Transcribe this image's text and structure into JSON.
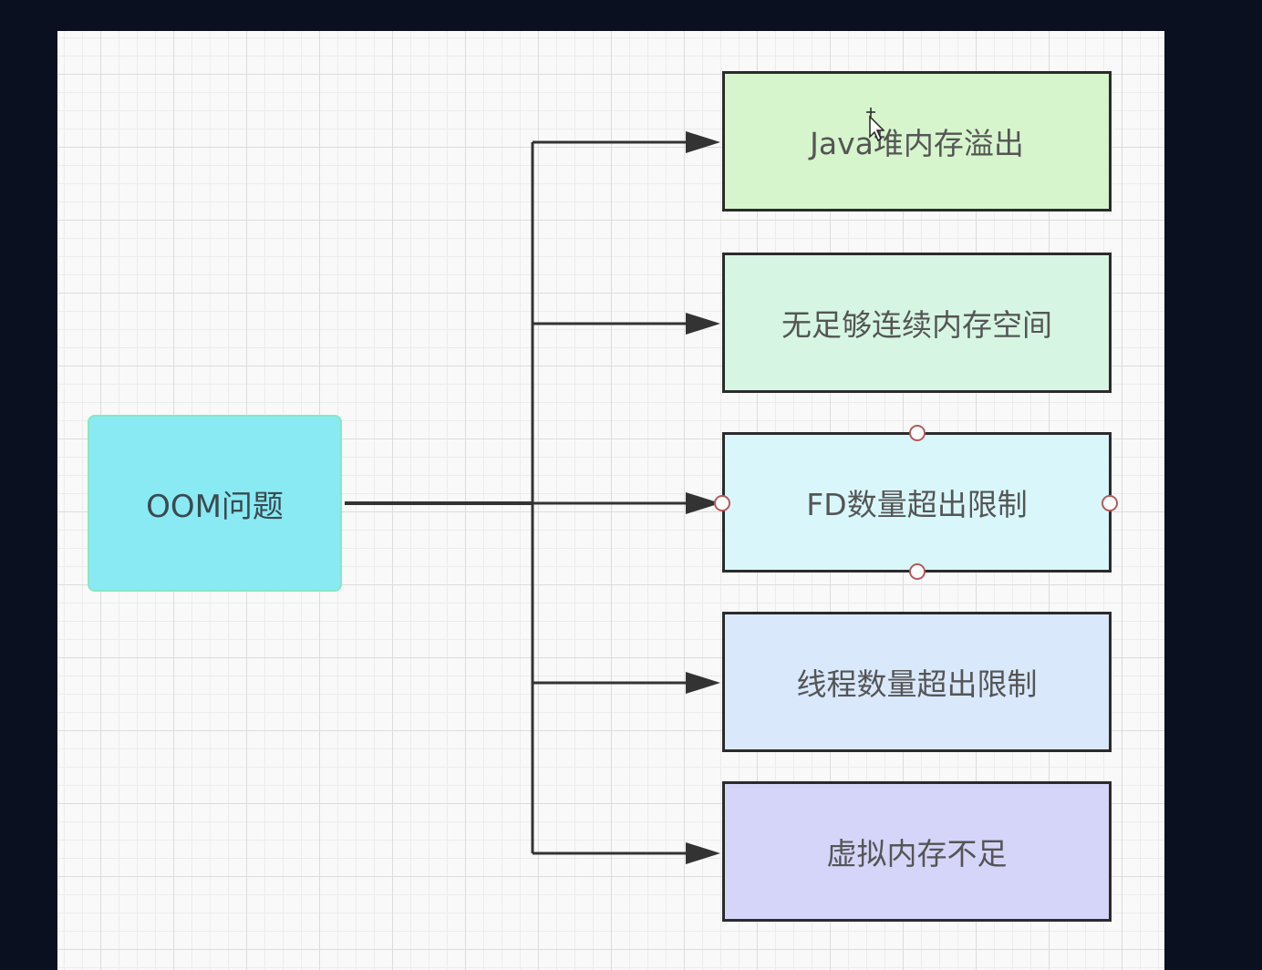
{
  "diagram": {
    "source": {
      "label": "OOM问题"
    },
    "targets": [
      {
        "label": "Java堆内存溢出",
        "fill": "#d6f5cc"
      },
      {
        "label": "无足够连续内存空间",
        "fill": "#d6f6e3"
      },
      {
        "label": "FD数量超出限制",
        "fill": "#d9f7fb"
      },
      {
        "label": "线程数量超出限制",
        "fill": "#d9e8fb"
      },
      {
        "label": "虚拟内存不足",
        "fill": "#d4d5f8"
      }
    ],
    "selected_target": "FD数量超出限制"
  },
  "colors": {
    "source_fill": "#8aeaf3",
    "source_border": "#86e8c4",
    "edge": "#333333",
    "handle_border": "#b35a5a",
    "frame": "#0b1020"
  }
}
